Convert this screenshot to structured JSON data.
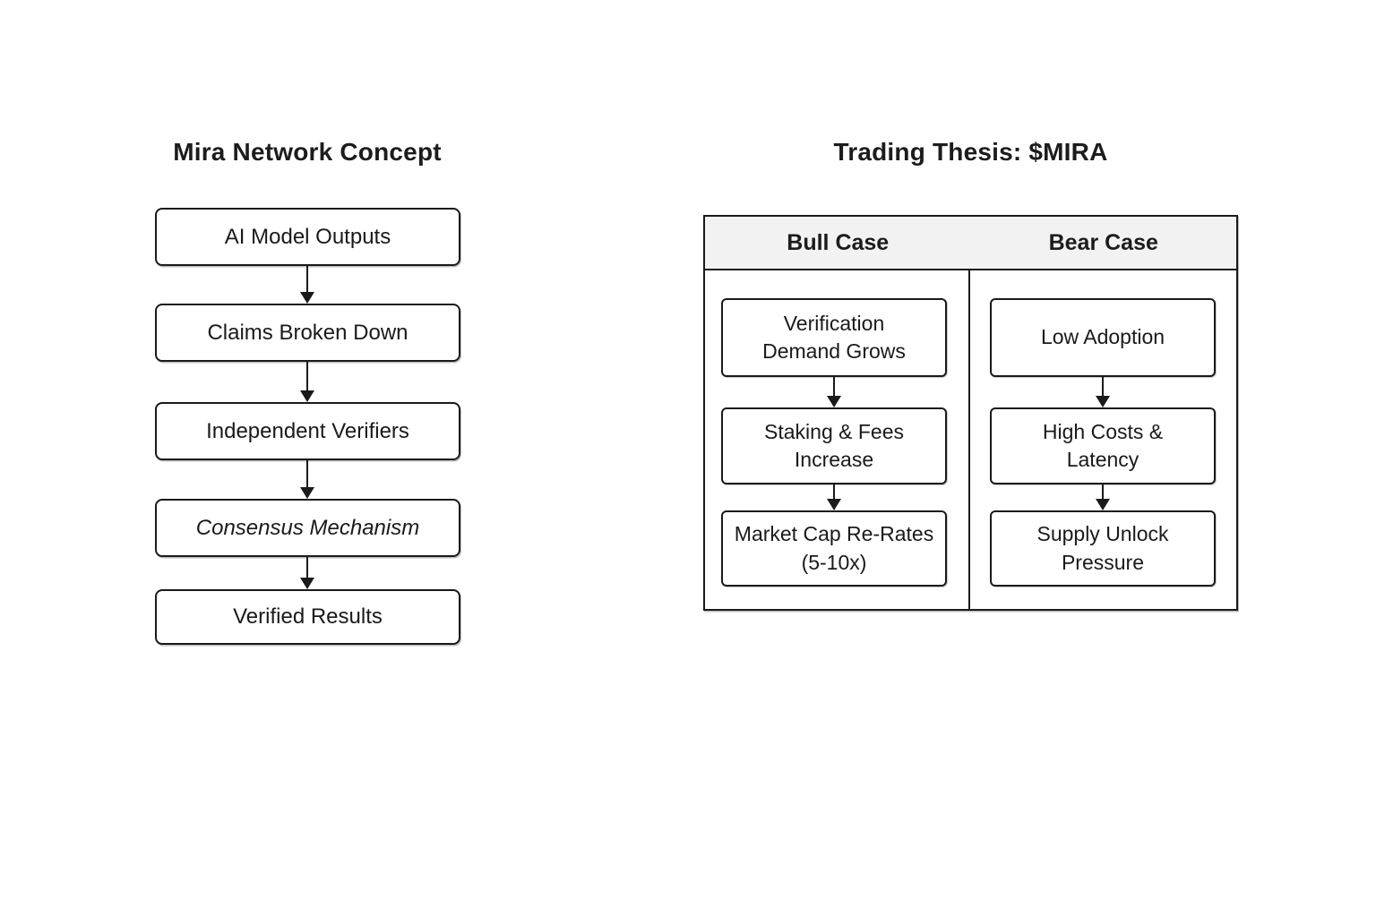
{
  "left_diagram": {
    "title": "Mira Network Concept",
    "nodes": [
      {
        "label": "AI Model Outputs"
      },
      {
        "label": "Claims Broken Down"
      },
      {
        "label": "Independent Verifiers"
      },
      {
        "label": "Consensus Mechanism",
        "emphasis": "italic"
      },
      {
        "label": "Verified Results"
      }
    ]
  },
  "right_diagram": {
    "title": "Trading Thesis: $MIRA",
    "columns": [
      {
        "header": "Bull Case",
        "nodes": [
          "Verification Demand Grows",
          "Staking & Fees Increase",
          "Market Cap Re-Rates (5-10x)"
        ]
      },
      {
        "header": "Bear Case",
        "nodes": [
          "Low Adoption",
          "High Costs & Latency",
          "Supply Unlock Pressure"
        ]
      }
    ]
  },
  "colors": {
    "stroke": "#1a1a1a",
    "text": "#1a1a1a",
    "header_bg": "#f2f2f2",
    "node_bg": "#ffffff",
    "page_bg": "#ffffff"
  }
}
